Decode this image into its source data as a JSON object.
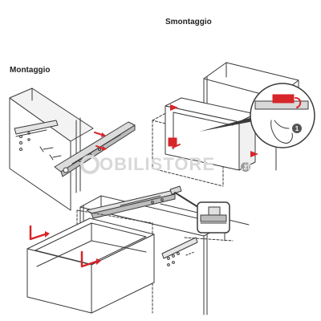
{
  "labels": {
    "disassembly": "Smontaggio",
    "assembly": "Montaggio",
    "step1": "1",
    "step2": "2"
  },
  "watermark": {
    "brand": "OBILISTORE",
    "tld": ".it"
  },
  "colors": {
    "line": "#3a3a3a",
    "accent": "#d6262a",
    "panel_gray": "#cfcfcf",
    "watermark": "#d8d8d8"
  }
}
